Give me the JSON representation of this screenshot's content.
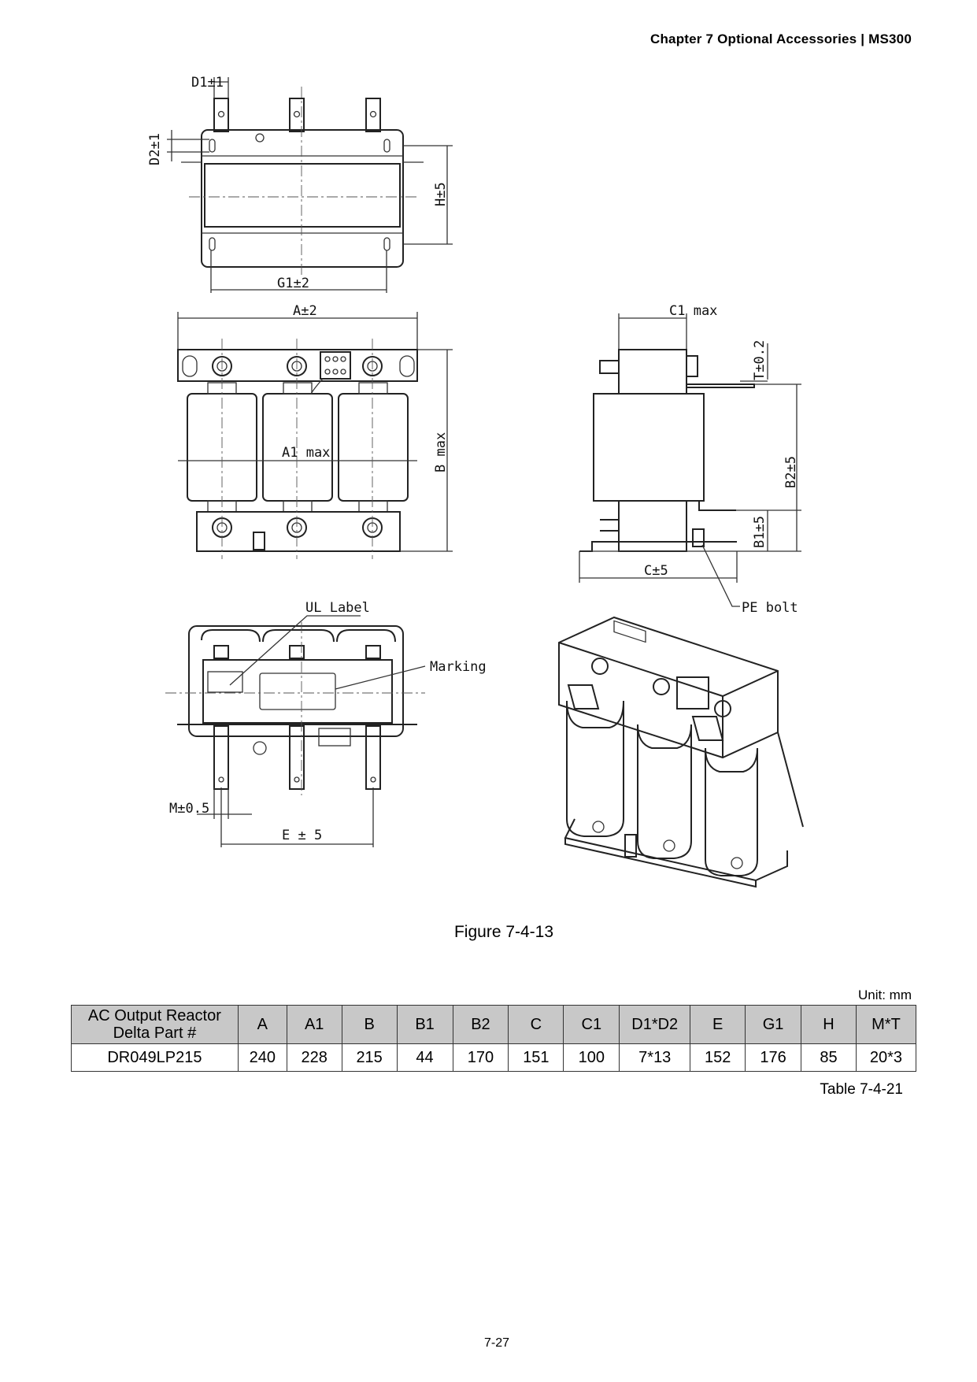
{
  "header": {
    "text": "Chapter 7 Optional Accessories | MS300"
  },
  "figure": {
    "labels": {
      "d1": "D1±1",
      "d2": "D2±1",
      "h": "H±5",
      "g1": "G1±2",
      "a": "A±2",
      "a1": "A1 max",
      "b": "B max",
      "c1": "C1 max",
      "t": "T±0.2",
      "b2": "B2±5",
      "b1": "B1±5",
      "c": "C±5",
      "pe": "PE bolt",
      "ul": "UL Label",
      "marking": "Marking",
      "m": "M±0.5",
      "e": "E ± 5"
    },
    "caption": "Figure 7-4-13"
  },
  "table": {
    "unit": "Unit: mm",
    "headers": [
      "AC Output Reactor Delta Part #",
      "A",
      "A1",
      "B",
      "B1",
      "B2",
      "C",
      "C1",
      "D1*D2",
      "E",
      "G1",
      "H",
      "M*T"
    ],
    "rows": [
      [
        "DR049LP215",
        "240",
        "228",
        "215",
        "44",
        "170",
        "151",
        "100",
        "7*13",
        "152",
        "176",
        "85",
        "20*3"
      ]
    ],
    "caption": "Table 7-4-21"
  },
  "page_number": "7-27"
}
